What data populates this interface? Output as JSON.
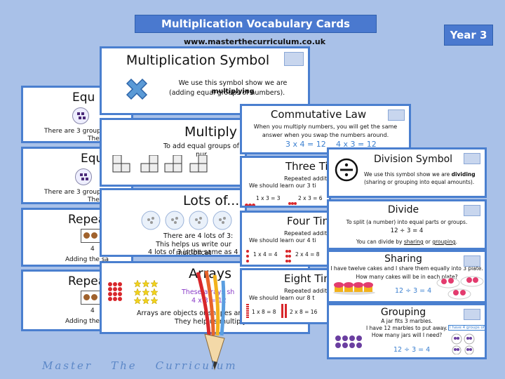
{
  "header": {
    "title": "Multiplication Vocabulary Cards",
    "url": "www.masterthecurriculum.co.uk",
    "year": "Year 3"
  },
  "left_cards": [
    {
      "title": "Equ",
      "text": "There are 3 groups w",
      "text2": "They"
    },
    {
      "title": "Equ",
      "text": "There are 3 groups w",
      "text2": "They"
    },
    {
      "title": "Repea",
      "num": "4",
      "text": "Adding the sa"
    },
    {
      "title": "Repea",
      "num": "4",
      "text": "Adding the sa"
    }
  ],
  "symbol_card": {
    "title": "Multiplication Symbol",
    "line1_pre": "We use this symbol show we are ",
    "line1_bold": "multiplying",
    "line2": "(adding equal groups of numbers)."
  },
  "multiply_card": {
    "title": "Multiply",
    "text": "To add equal groups of nur"
  },
  "lots_card": {
    "title": "Lots of...",
    "l1": "There are 4 lots of 3:",
    "l2": "This helps us write our multiplicat",
    "l3": "4 lots of 3 is the same as 4"
  },
  "arrays_card": {
    "title": "Arrays",
    "l1": "These arrays sh",
    "l2": "4 x 3 = 12",
    "l3": "Arrays are objects or shapes arrange",
    "l4": "They help us multiply."
  },
  "commutative_card": {
    "title": "Commutative Law",
    "l1": "When you multiply numbers, you will get the same",
    "l2": "answer when you swap the numbers around.",
    "eq1": "3 x 4 = 12",
    "eq2": "4 x 3 = 12"
  },
  "three_card": {
    "title": "Three Tim",
    "l1": "Repeated additi",
    "l2": "We should learn our 3 ti",
    "eq1": "1 x 3 = 3",
    "eq2": "2 x 3 = 6"
  },
  "four_card": {
    "title": "Four Tim",
    "l1": "Repeated additi",
    "l2": "We should learn our 4 ti",
    "eq1": "1 x 4 = 4",
    "eq2": "2 x 4 = 8"
  },
  "eight_card": {
    "title": "Eight Tim",
    "l1": "Repeated additi",
    "l2": "We should learn our 8 t",
    "eq1": "1 x 8 = 8",
    "eq2": "2 x 8 = 16"
  },
  "division_card": {
    "title": "Division Symbol",
    "l1_pre": "We use this symbol show we are ",
    "l1_bold": "dividing",
    "l2": "(sharing or grouping into equal amounts)."
  },
  "divide_card": {
    "title": "Divide",
    "l1": "To split (a number) into equal parts or groups.",
    "eq": "12 ÷ 3 = 4",
    "l2_pre": "You can divide by ",
    "l2_b1": "sharing",
    "l2_mid": " or ",
    "l2_b2": "grouping",
    "l2_end": "."
  },
  "sharing_card": {
    "title": "Sharing",
    "l1": "I have twelve cakes and I share them equally into 3 plate.",
    "l2": "How many cakes will be in each plate?",
    "eq": "12 ÷ 3 = 4"
  },
  "grouping_card": {
    "title": "Grouping",
    "l1": "A jar fits 3 marbles.",
    "l2": "I have 12 marbles to put away.",
    "l3": "How many jars will I need?",
    "eq": "12 ÷ 3 = 4",
    "tag": "I have 4 groups of 3"
  },
  "footer": {
    "w1": "Master",
    "w2": "The",
    "w3": "Curriculum"
  },
  "colors": {
    "accent": "#4a79cf",
    "card_border": "#4a7fcf",
    "equation_blue": "#3a7fd0",
    "red_dot": "#d8262b"
  }
}
